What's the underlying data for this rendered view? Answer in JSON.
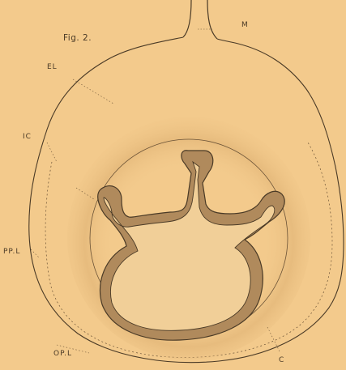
{
  "figure": {
    "title": "Fig. 2.",
    "labels": {
      "m": "M",
      "el": "EL",
      "ic": "IC",
      "ppl": "PP.L",
      "opl": "OP.L",
      "c": "C"
    }
  },
  "colors": {
    "paper": "#f3ca8c",
    "ink": "#4a3a26",
    "tissue": "#b08a5c",
    "shadow": "#dcb274"
  }
}
